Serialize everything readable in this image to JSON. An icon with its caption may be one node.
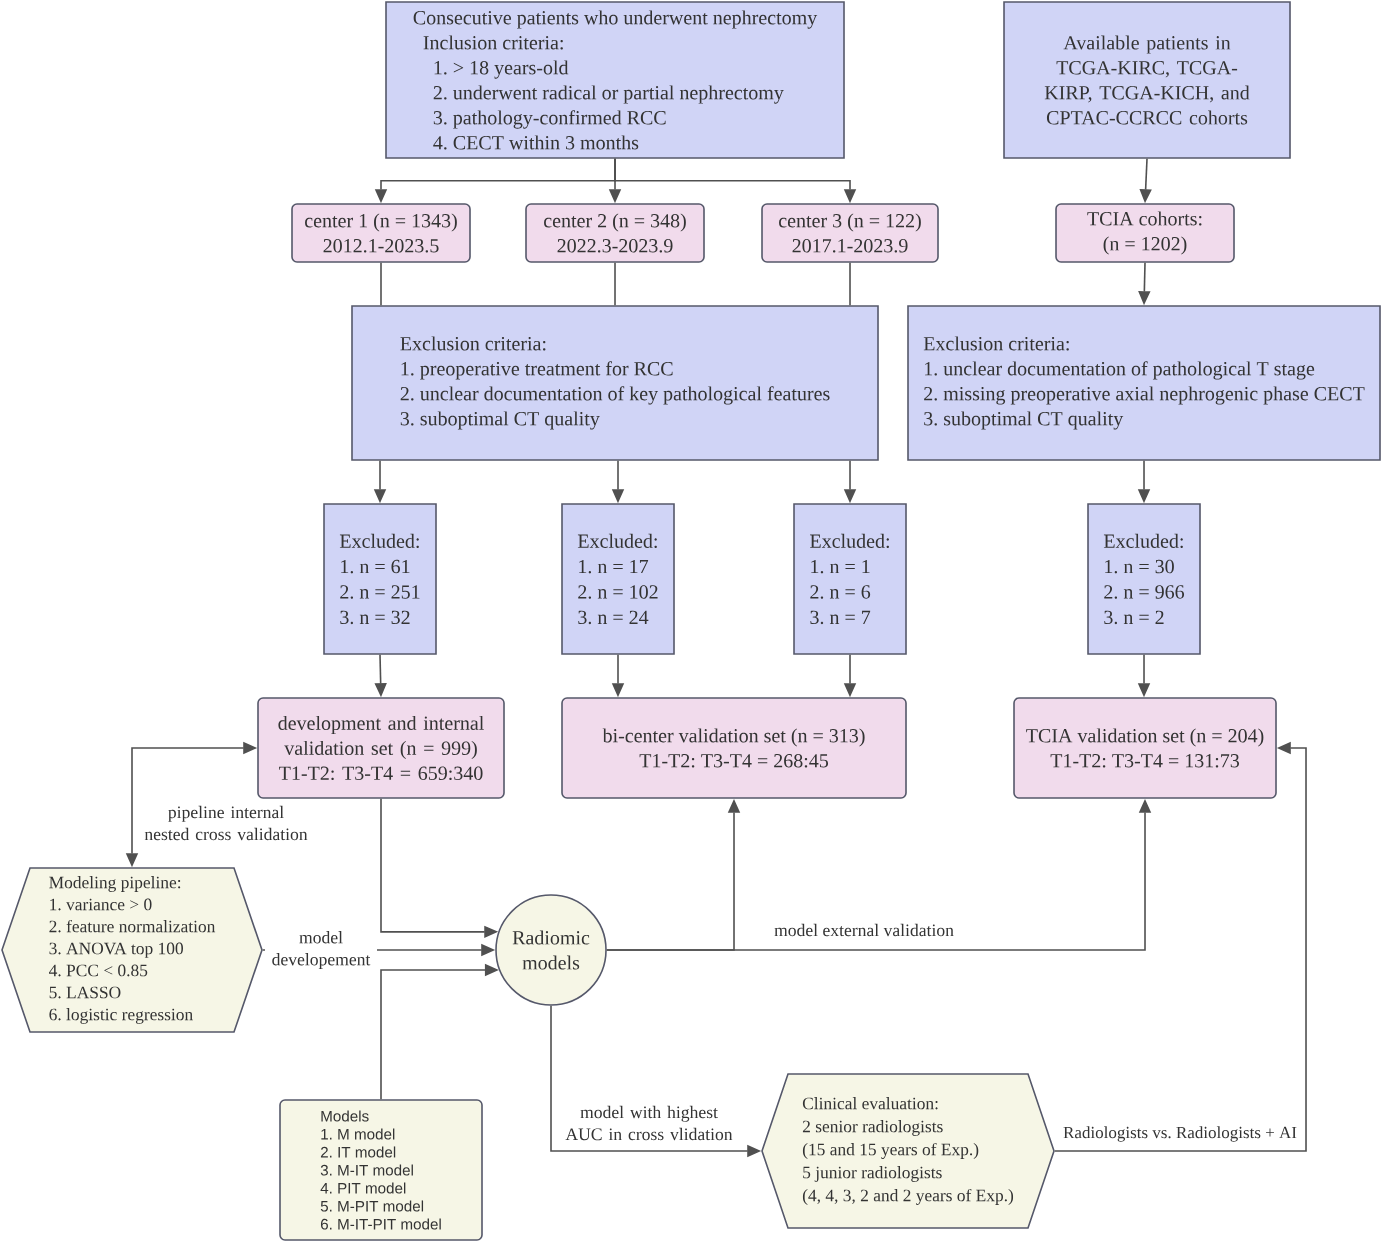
{
  "diagram": {
    "nodes": [
      {
        "text": [
          "Consecutive patients who underwent nephrectomy",
          "Inclusion criteria:",
          "1. > 18 years-old",
          "2. underwent radical or partial nephrectomy",
          "3. pathology-confirmed RCC",
          "4. CECT within 3 months"
        ]
      },
      {
        "text": [
          "Available patients in TCGA-KIRC, TCGA-KIRP, TCGA-KICH, and CPTAC-CCRCC cohorts"
        ]
      },
      {
        "text": [
          "center 1 (n = 1343)",
          "2012.1-2023.5"
        ]
      },
      {
        "text": [
          "center 2 (n = 348)",
          "2022.3-2023.9"
        ]
      },
      {
        "text": [
          "center 3 (n = 122)",
          "2017.1-2023.9"
        ]
      },
      {
        "text": [
          "TCIA cohorts:",
          "(n = 1202)"
        ]
      },
      {
        "text": [
          "Exclusion criteria:",
          "1. preoperative treatment for RCC",
          "2. unclear documentation of key pathological features",
          "3. suboptimal CT quality"
        ]
      },
      {
        "text": [
          "Exclusion criteria:",
          "1. unclear documentation of pathological T stage",
          "2. missing preoperative axial nephrogenic phase CECT",
          "3. suboptimal CT quality"
        ]
      },
      {
        "text": [
          "Excluded:",
          "1. n = 61",
          "2. n = 251",
          "3. n = 32"
        ]
      },
      {
        "text": [
          "Excluded:",
          "1. n = 17",
          "2. n = 102",
          "3. n = 24"
        ]
      },
      {
        "text": [
          "Excluded:",
          "1. n = 1",
          "2. n = 6",
          "3. n = 7"
        ]
      },
      {
        "text": [
          "Excluded:",
          "1. n = 30",
          "2. n = 966",
          "3. n = 2"
        ]
      },
      {
        "text": [
          "development and internal validation set (n = 999)",
          "T1-T2: T3-T4 = 659:340"
        ]
      },
      {
        "text": [
          "bi-center validation set (n = 313)",
          "T1-T2: T3-T4 = 268:45"
        ]
      },
      {
        "text": [
          "TCIA validation set (n = 204)",
          "T1-T2: T3-T4 = 131:73"
        ]
      },
      {
        "text": [
          "Modeling pipeline:",
          "1. variance > 0",
          "2. feature normalization",
          "3. ANOVA top 100",
          "4. PCC < 0.85",
          "5. LASSO",
          "6. logistic regression"
        ]
      },
      {
        "text": [
          "Radiomic models"
        ]
      },
      {
        "text": [
          "Models",
          "1. M model",
          "2. IT model",
          "3. M-IT model",
          "4. PIT model",
          "5. M-PIT model",
          "6. M-IT-PIT model"
        ]
      },
      {
        "text": [
          "Clinical evaluation:",
          "2 senior radiologists",
          "(15 and 15 years of Exp.)",
          "5 junior radiologists",
          "(4, 4, 3, 2 and 2 years of Exp.)"
        ]
      }
    ],
    "edges": [
      {
        "from": 0,
        "to": 2,
        "arrow": "to"
      },
      {
        "from": 0,
        "to": 3,
        "arrow": "to"
      },
      {
        "from": 0,
        "to": 4,
        "arrow": "to"
      },
      {
        "from": 1,
        "to": 5,
        "arrow": "to"
      },
      {
        "from": 2,
        "to": 6,
        "arrow": "none"
      },
      {
        "from": 3,
        "to": 6,
        "arrow": "none"
      },
      {
        "from": 4,
        "to": 6,
        "arrow": "none"
      },
      {
        "from": 5,
        "to": 7,
        "arrow": "to"
      },
      {
        "from": 6,
        "to": 8,
        "arrow": "to"
      },
      {
        "from": 6,
        "to": 9,
        "arrow": "to"
      },
      {
        "from": 6,
        "to": 10,
        "arrow": "to"
      },
      {
        "from": 7,
        "to": 11,
        "arrow": "to"
      },
      {
        "from": 8,
        "to": 12,
        "arrow": "to"
      },
      {
        "from": 9,
        "to": 13,
        "arrow": "to"
      },
      {
        "from": 10,
        "to": 13,
        "arrow": "to"
      },
      {
        "from": 11,
        "to": 14,
        "arrow": "to"
      },
      {
        "from": 12,
        "to": 15,
        "arrow": "both",
        "label": "pipeline internal nested cross validation"
      },
      {
        "from": 12,
        "to": 16,
        "arrow": "to"
      },
      {
        "from": 15,
        "to": 16,
        "arrow": "to",
        "label": "model developement"
      },
      {
        "from": 17,
        "to": 16,
        "arrow": "to"
      },
      {
        "from": 16,
        "to": 13,
        "arrow": "to"
      },
      {
        "from": 16,
        "to": 14,
        "arrow": "to",
        "label": "model external validation"
      },
      {
        "from": 16,
        "to": 18,
        "arrow": "to",
        "label": "model with highest AUC in cross vlidation"
      },
      {
        "from": 18,
        "to": 14,
        "arrow": "to",
        "label": "Radiologists vs. Radiologists + AI"
      }
    ]
  }
}
